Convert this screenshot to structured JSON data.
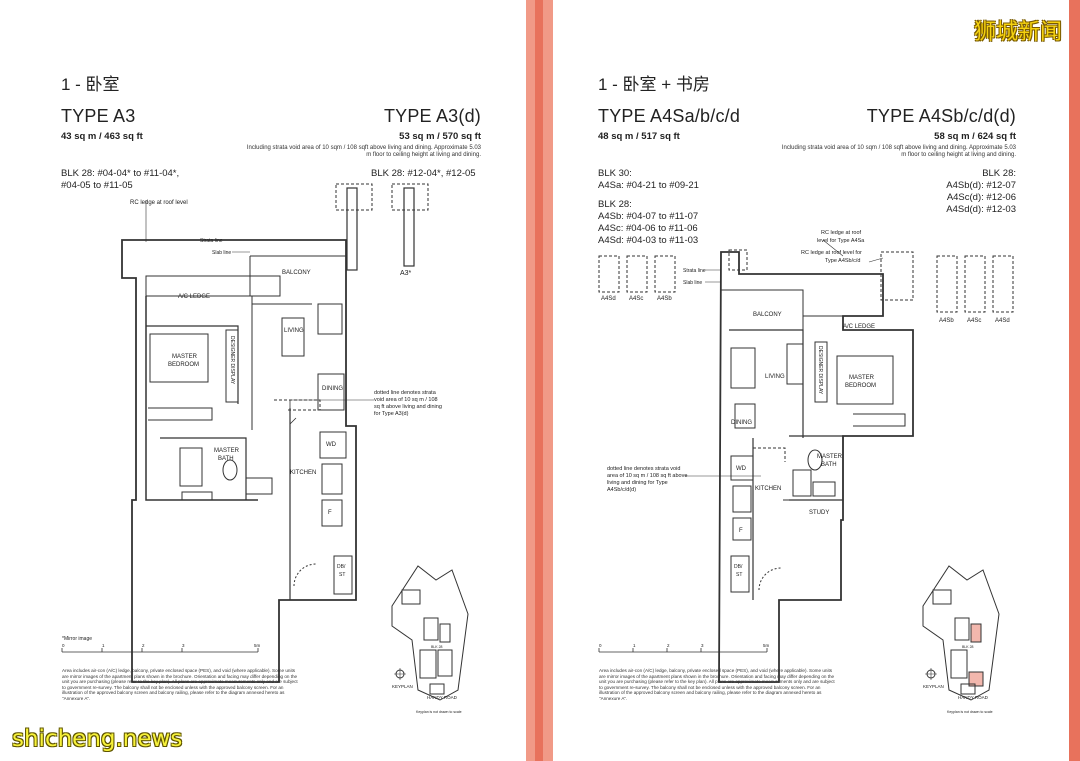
{
  "watermarks": {
    "top": "狮城新闻",
    "bottom": "shicheng.news"
  },
  "left": {
    "heading": "1 - 卧室",
    "type_main": "TYPE A3",
    "area_main": "43 sq m / 463 sq ft",
    "type_alt": "TYPE A3(d)",
    "area_alt": "53 sq m / 570 sq ft",
    "alt_note": "Including strata void area of 10 sqm / 108 sqft above living and dining. Approximate 5.03 m floor to ceiling height at living and dining.",
    "blk_main_1": "BLK 28: #04-04* to #11-04*,",
    "blk_main_2": "#04-05 to #11-05",
    "blk_alt": "BLK 28: #12-04*, #12-05",
    "labels": {
      "rc_ledge": "RC ledge at roof level",
      "strata": "Strata line",
      "slab": "Slab line",
      "balcony": "BALCONY",
      "ac": "A/C LEDGE",
      "living": "LIVING",
      "master1": "MASTER",
      "master2": "BEDROOM",
      "designer": "DESIGNER DISPLAY",
      "dining": "DINING",
      "wd": "WD",
      "bath1": "MASTER",
      "bath2": "BATH",
      "kitchen": "KITCHEN",
      "f": "F",
      "db1": "DB/",
      "db2": "ST",
      "a3mark": "A3*",
      "dotted1": "dotted line denotes strata",
      "dotted2": "void area of 10 sq m / 108",
      "dotted3": "sq ft above living and dining",
      "dotted4": "for Type A3(d)",
      "mirror": "*Mirror image",
      "s0": "0",
      "s1": "1",
      "s2": "2",
      "s3": "3",
      "s4": "5m",
      "keyplan": "KEYPLAN",
      "road": "HANDY ROAD",
      "blk": "BLK 28",
      "scale_note": "Keyplan is not drawn to scale"
    },
    "footer": "Area includes air-con (A/C) ledge, balcony, private enclosed space (PES), and void (where applicable). Some units are mirror images of the apartment plans shown in the brochure. Orientation and facing may differ depending on the unit you are purchasing (please refer to the key plan). All plans are approximate measurements only and are subject to government re-survey. The balcony shall not be enclosed unless with the approved balcony screen. For an illustration of the approved balcony screen and balcony railing, please refer to the diagram annexed hereto as \"Annexure A\"."
  },
  "right": {
    "heading": "1 - 卧室 + 书房",
    "type_main": "TYPE A4Sa/b/c/d",
    "area_main": "48 sq m / 517 sq ft",
    "type_alt": "TYPE A4Sb/c/d(d)",
    "area_alt": "58 sq m / 624 sq ft",
    "alt_note": "Including strata void area of 10 sqm / 108 sqft above living and dining. Approximate 5.03 m floor to ceiling height at living and dining.",
    "blk30": "BLK 30:",
    "a4sa": "A4Sa: #04-21 to #09-21",
    "blk28": "BLK 28:",
    "a4sb": "A4Sb: #04-07 to #11-07",
    "a4sc": "A4Sc: #04-06 to #11-06",
    "a4sd": "A4Sd: #04-03 to #11-03",
    "blk28r": "BLK 28:",
    "a4sbd": "A4Sb(d): #12-07",
    "a4scd": "A4Sc(d): #12-06",
    "a4sdd": "A4Sd(d): #12-03",
    "labels": {
      "rc1": "RC ledge at roof",
      "rc2": "level for Type A4Sa",
      "rc3": "RC ledge at roof level for",
      "rc4": "Type A4Sb/c/d",
      "strata": "Strata line",
      "slab": "Slab line",
      "m1": "A4Sd",
      "m2": "A4Sc",
      "m3": "A4Sb",
      "m4": "A4Sb",
      "m5": "A4Sc",
      "m6": "A4Sd",
      "balcony": "BALCONY",
      "ac": "A/C LEDGE",
      "living": "LIVING",
      "designer": "DESIGNER DISPLAY",
      "master1": "MASTER",
      "master2": "BEDROOM",
      "dining": "DINING",
      "wd": "WD",
      "bath1": "MASTER",
      "bath2": "BATH",
      "kitchen": "KITCHEN",
      "f": "F",
      "study": "STUDY",
      "db1": "DB/",
      "db2": "ST",
      "dotted1": "dotted line denotes strata void",
      "dotted2": "area of 10 sq m / 108 sq ft above",
      "dotted3": "living and dining for Type",
      "dotted4": "A4Sb/c/d(d)",
      "s0": "0",
      "s1": "1",
      "s2": "2",
      "s3": "3",
      "s4": "5m",
      "keyplan": "KEYPLAN",
      "road": "HANDY ROAD",
      "blk": "BLK 28",
      "scale_note": "Keyplan is not drawn to scale"
    },
    "footer": "Area includes air-con (A/C) ledge, balcony, private enclosed space (PES), and void (where applicable). Some units are mirror images of the apartment plans shown in the brochure. Orientation and facing may differ depending on the unit you are purchasing (please refer to the key plan). All plans are approximate measurements only and are subject to government re-survey. The balcony shall not be enclosed unless with the approved balcony screen. For an illustration of the approved balcony screen and balcony railing, please refer to the diagram annexed hereto as \"Annexure A\"."
  }
}
